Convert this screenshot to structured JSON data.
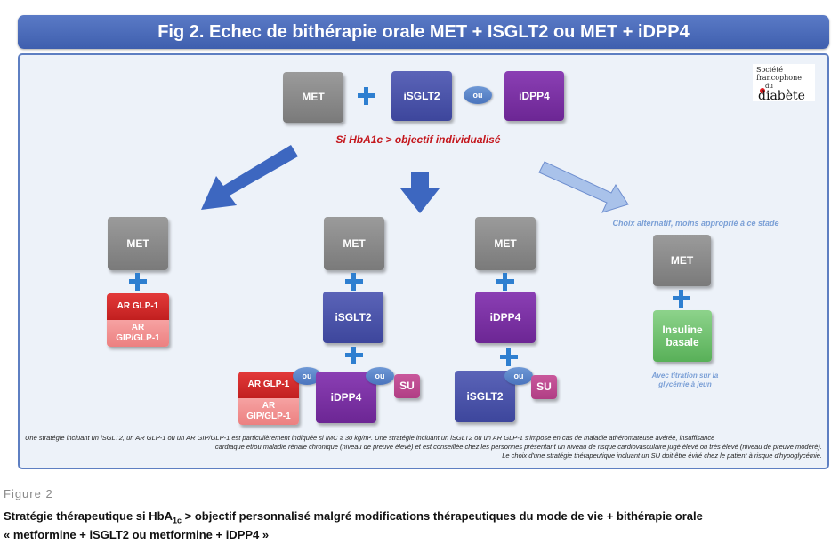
{
  "title": "Fig 2. Echec de bithérapie orale MET + ISGLT2  ou MET + iDPP4",
  "logo": {
    "lines": [
      "Société",
      "francophone",
      "du",
      "diabète"
    ]
  },
  "top_row": {
    "met": "MET",
    "isglt2": "iSGLT2",
    "ou": "ou",
    "idpp4": "iDPP4"
  },
  "condition": "Si HbA1c > objectif individualisé",
  "alt_label": "Choix alternatif, moins approprié à ce stade",
  "col1": {
    "met": "MET",
    "ar_glp1": "AR GLP-1",
    "ar_gip": "AR GIP/GLP-1"
  },
  "col2": {
    "met": "MET",
    "isglt2": "iSGLT2",
    "ar_glp1": "AR GLP-1",
    "ar_gip": "AR GIP/GLP-1",
    "ou1": "ou",
    "idpp4": "iDPP4",
    "ou2": "ou",
    "su": "SU"
  },
  "col3": {
    "met": "MET",
    "idpp4": "iDPP4",
    "isglt2": "iSGLT2",
    "ou": "ou",
    "su": "SU"
  },
  "col4": {
    "met": "MET",
    "insuline": "Insuline basale",
    "titration": "Avec titration sur la glycémie à jeun"
  },
  "footnote": {
    "line1": "Une stratégie incluant un iSGLT2, un AR GLP-1 ou un AR GIP/GLP-1 est particulièrement indiquée si IMC ≥ 30 kg/m². Une stratégie incluant un iSGLT2 ou un AR GLP-1 s'impose en cas de maladie athéromateuse avérée, insuffisance",
    "line2": "cardiaque et/ou maladie rénale chronique (niveau de preuve élevé) et est conseillée chez les personnes présentant un niveau de risque cardiovasculaire jugé élevé ou très élevé (niveau de preuve modéré).",
    "line3": "Le choix d'une stratégie thérapeutique incluant un SU doit être évité chez le patient à risque d'hypoglycémie."
  },
  "figure_label": "Figure 2",
  "caption": {
    "part1": "Stratégie thérapeutique si HbA",
    "sub": "1c",
    "part2": " > objectif personnalisé malgré modifications thérapeutiques du mode de vie + bithérapie orale",
    "line2": "« metformine + iSGLT2 ou metformine + iDPP4 »"
  },
  "colors": {
    "banner": "#4a69b8",
    "met": "#8a8a8a",
    "isglt2": "#4a53a8",
    "idpp4": "#7a2ea4",
    "su": "#c04a90",
    "ar_glp1": "#d22a2a",
    "ar_gip": "#f28e8e",
    "insuline": "#72c070",
    "plus": "#2e7fd0",
    "arrow": "#3d67c0",
    "arrow_light": "#a9c2ea",
    "condition": "#c4161c"
  }
}
